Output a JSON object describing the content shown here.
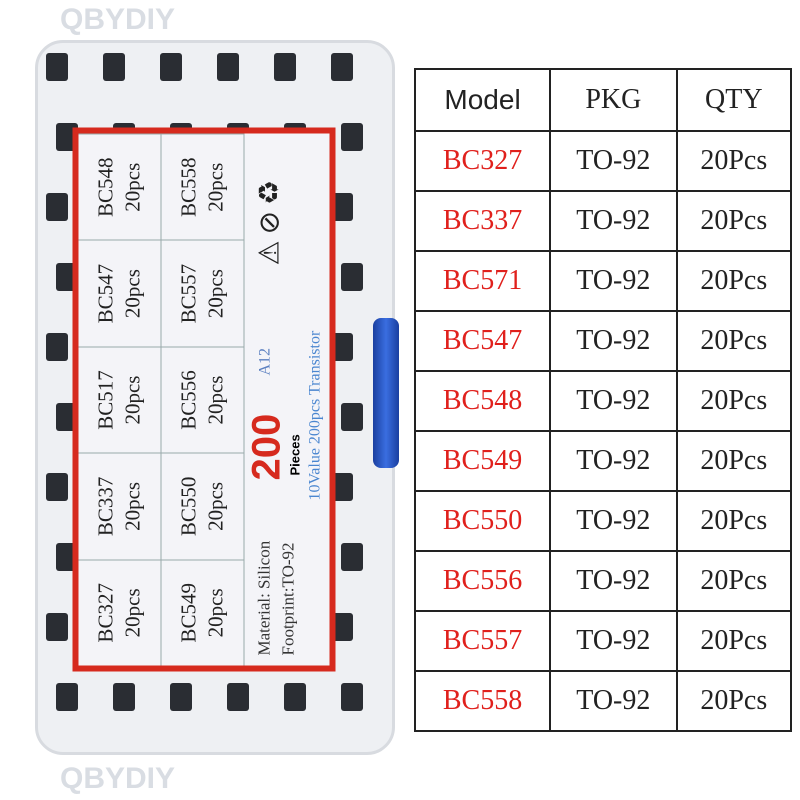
{
  "box_label": {
    "cells": [
      {
        "model": "BC327",
        "qty": "20pcs"
      },
      {
        "model": "BC337",
        "qty": "20pcs"
      },
      {
        "model": "BC517",
        "qty": "20pcs"
      },
      {
        "model": "BC547",
        "qty": "20pcs"
      },
      {
        "model": "BC548",
        "qty": "20pcs"
      },
      {
        "model": "BC549",
        "qty": "20pcs"
      },
      {
        "model": "BC550",
        "qty": "20pcs"
      },
      {
        "model": "BC556",
        "qty": "20pcs"
      },
      {
        "model": "BC557",
        "qty": "20pcs"
      },
      {
        "model": "BC558",
        "qty": "20pcs"
      }
    ],
    "material": "Material: Silicon",
    "footprint": "Footprint:TO-92",
    "count": "200",
    "pieces": "Pieces",
    "code": "A12",
    "description": "10Value 200pcs Transistor",
    "warning_icons": "⚠⊘♻"
  },
  "watermark": "QBYDIY",
  "table": {
    "headers": [
      "Model",
      "PKG",
      "QTY"
    ],
    "rows": [
      [
        "BC327",
        "TO-92",
        "20Pcs"
      ],
      [
        "BC337",
        "TO-92",
        "20Pcs"
      ],
      [
        "BC571",
        "TO-92",
        "20Pcs"
      ],
      [
        "BC547",
        "TO-92",
        "20Pcs"
      ],
      [
        "BC548",
        "TO-92",
        "20Pcs"
      ],
      [
        "BC549",
        "TO-92",
        "20Pcs"
      ],
      [
        "BC550",
        "TO-92",
        "20Pcs"
      ],
      [
        "BC556",
        "TO-92",
        "20Pcs"
      ],
      [
        "BC557",
        "TO-92",
        "20Pcs"
      ],
      [
        "BC558",
        "TO-92",
        "20Pcs"
      ]
    ]
  },
  "colors": {
    "model_text": "#e0201c",
    "label_border": "#d62a1e",
    "latch": "#2a5bd0"
  }
}
